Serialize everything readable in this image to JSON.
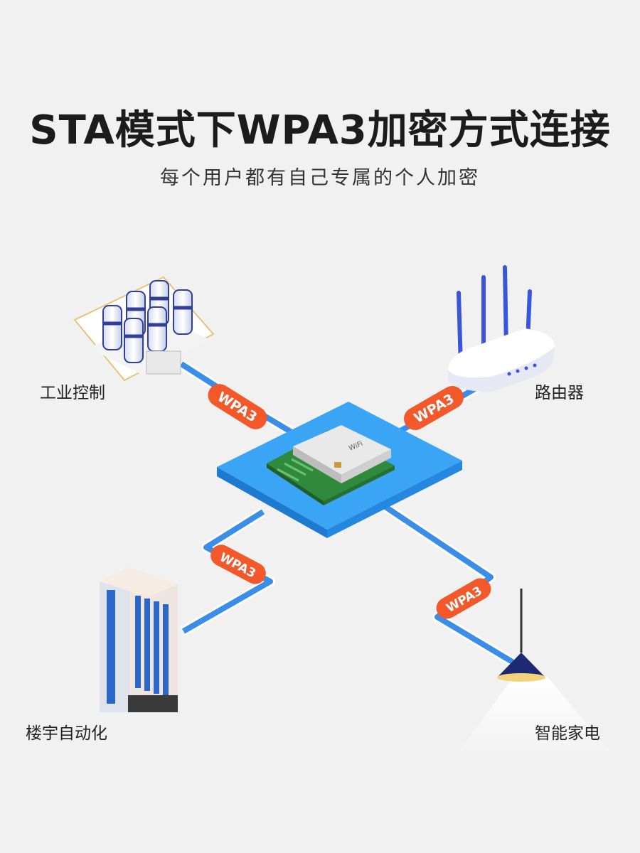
{
  "title": "STA模式下WPA3加密方式连接",
  "subtitle": "每个用户都有自己专属的个人加密",
  "nodes": {
    "industrial": "工业控制",
    "router": "路由器",
    "building": "楼宇自动化",
    "smart_home": "智能家电"
  },
  "badge_text": "WPA3",
  "colors": {
    "background": "#f1f1f1",
    "link_blue": "#3a8ee8",
    "platform_blue": "#2a94ee",
    "badge_orange": "#f2582a",
    "pcb_green": "#2f8a3c"
  }
}
